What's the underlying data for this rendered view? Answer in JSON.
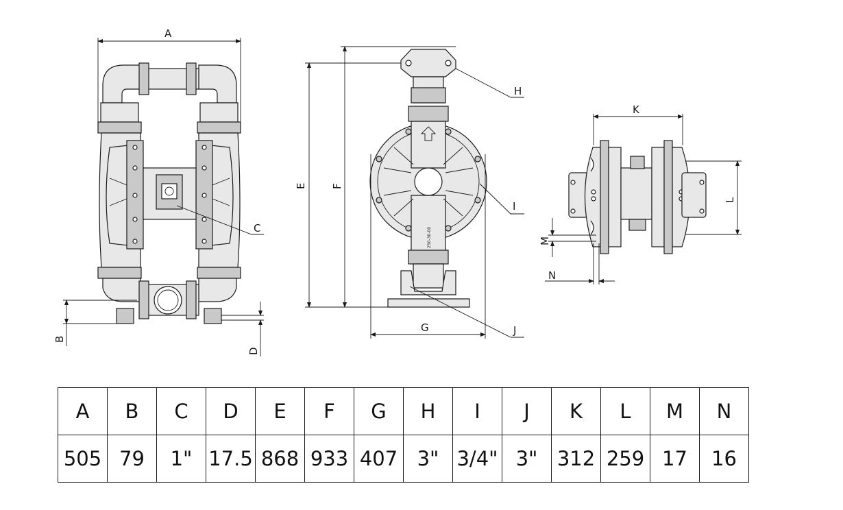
{
  "drawing": {
    "labels": {
      "A": "A",
      "B": "B",
      "C": "C",
      "D": "D",
      "E": "E",
      "F": "F",
      "G": "G",
      "H": "H",
      "I": "I",
      "J": "J",
      "K": "K",
      "L": "L",
      "M": "M",
      "N": "N"
    },
    "body_marking": "250-30-00"
  },
  "table": {
    "headers": [
      "A",
      "B",
      "C",
      "D",
      "E",
      "F",
      "G",
      "H",
      "I",
      "J",
      "K",
      "L",
      "M",
      "N"
    ],
    "values": [
      "505",
      "79",
      "1\"",
      "17.5",
      "868",
      "933",
      "407",
      "3\"",
      "3/4\"",
      "3\"",
      "312",
      "259",
      "17",
      "16"
    ]
  }
}
